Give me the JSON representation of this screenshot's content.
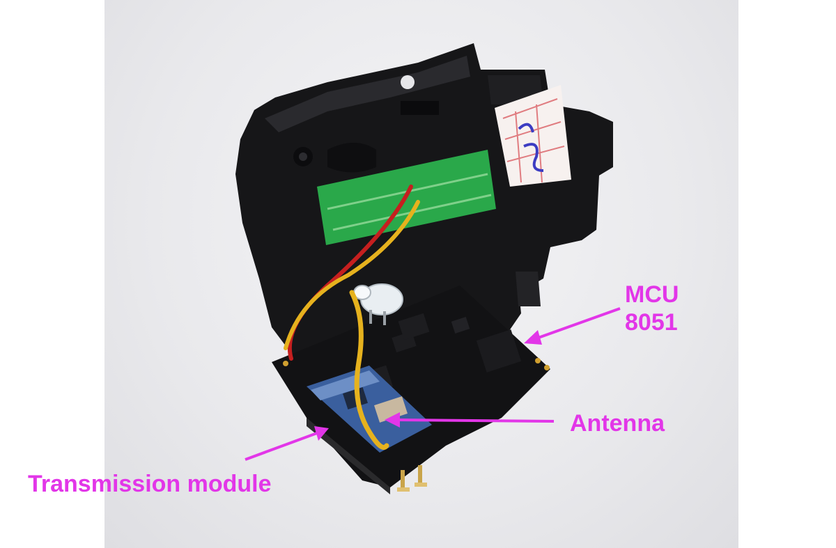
{
  "annotations": {
    "mcu_line1": "MCU",
    "mcu_line2": "8051",
    "antenna": "Antenna",
    "transmission_module": "Transmission module"
  },
  "colors": {
    "annotation": "#e236e8",
    "background": "#e8e8eb",
    "housing": "#161618",
    "pcb": "#121214",
    "sensor_board": "#2aa84a",
    "wire_red": "#c51f1f",
    "wire_yellow": "#e6b21e",
    "rf_module": "#3a5f9e"
  },
  "icons": [
    "arrow-to-mcu",
    "arrow-to-antenna",
    "arrow-to-transmission-module"
  ]
}
